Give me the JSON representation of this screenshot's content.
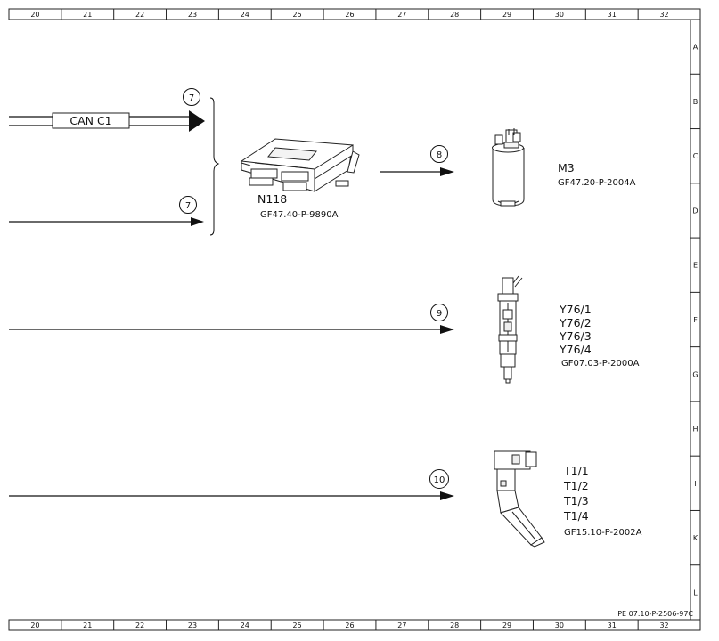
{
  "ruler": {
    "columns": [
      "20",
      "21",
      "22",
      "23",
      "24",
      "25",
      "26",
      "27",
      "28",
      "29",
      "30",
      "31",
      "32"
    ],
    "rows": [
      "A",
      "B",
      "C",
      "D",
      "E",
      "F",
      "G",
      "H",
      "I",
      "K",
      "L"
    ]
  },
  "connections": {
    "can_line_label": "CAN C1",
    "markers": [
      "7",
      "7",
      "8",
      "9",
      "10"
    ]
  },
  "components": {
    "n118": {
      "name": "N118",
      "ref": "GF47.40-P-9890A"
    },
    "m3": {
      "name": "M3",
      "ref": "GF47.20-P-2004A"
    },
    "y76": {
      "names": [
        "Y76/1",
        "Y76/2",
        "Y76/3",
        "Y76/4"
      ],
      "ref": "GF07.03-P-2000A"
    },
    "t1": {
      "names": [
        "T1/1",
        "T1/2",
        "T1/3",
        "T1/4"
      ],
      "ref": "GF15.10-P-2002A"
    }
  },
  "footer": {
    "doc_id": "PE 07.10-P-2506-97C"
  }
}
